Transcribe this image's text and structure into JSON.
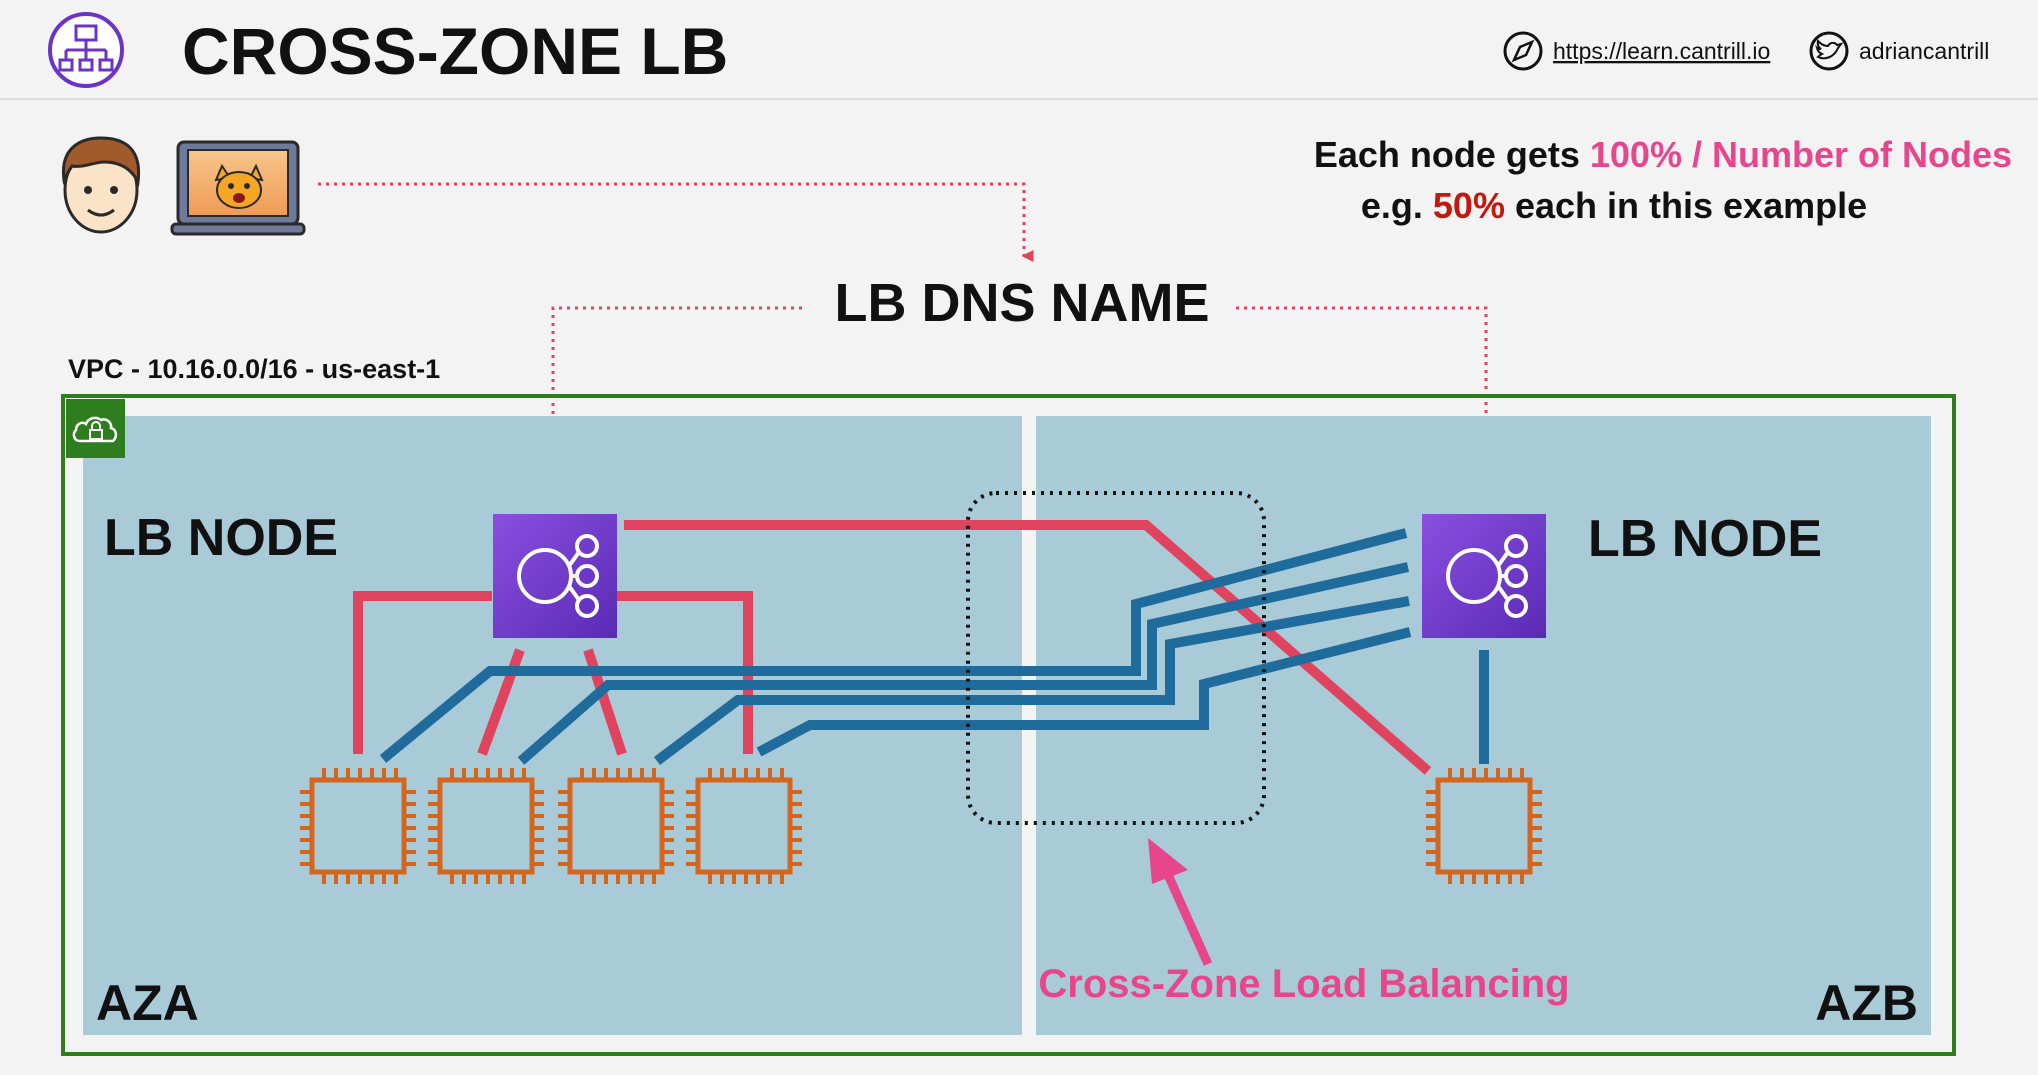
{
  "header": {
    "title": "CROSS-ZONE LB",
    "logo_icon": "network-hierarchy-icon",
    "website_icon": "compass-icon",
    "website": "https://learn.cantrill.io",
    "twitter_icon": "twitter-bird-icon",
    "twitter": "adriancantrill"
  },
  "note": {
    "line1_prefix": "Each node gets ",
    "line1_highlight": "100% / Number of Nodes",
    "line2_prefix": "e.g. ",
    "line2_highlight": "50%",
    "line2_suffix": " each in this example"
  },
  "diagram": {
    "dns_name": "LB DNS NAME",
    "vpc_label": "VPC - 10.16.0.0/16 - us-east-1",
    "az_a_label": "AZA",
    "az_b_label": "AZB",
    "lb_node_label": "LB NODE",
    "cross_zone_label": "Cross-Zone Load Balancing",
    "instances_az_a": 4,
    "instances_az_b": 1
  },
  "colors": {
    "background": "#f3f3f3",
    "az_fill": "#a9cad7",
    "vpc_border": "#2e7d1f",
    "lb_purple": "#6b33c8",
    "ec2_orange": "#d4651e",
    "red_line": "#e0435e",
    "blue_line": "#1f6b9b",
    "pink_text": "#e8468c",
    "dark_red_text": "#c2180e",
    "text": "#111111"
  }
}
